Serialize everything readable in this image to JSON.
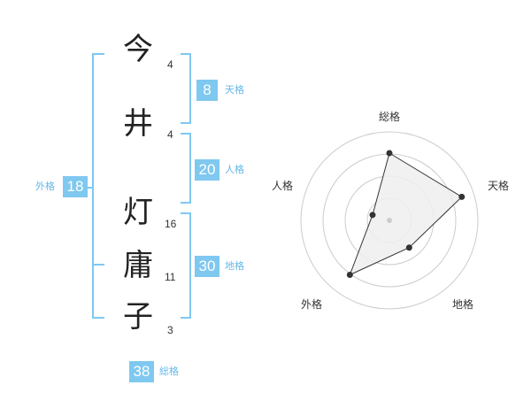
{
  "name": {
    "chars": [
      {
        "char": "今",
        "strokes": "4"
      },
      {
        "char": "井",
        "strokes": "4"
      },
      {
        "char": "灯",
        "strokes": "16"
      },
      {
        "char": "庸",
        "strokes": "11"
      },
      {
        "char": "子",
        "strokes": "3"
      }
    ]
  },
  "fortune": {
    "tenkaku": {
      "value": "8",
      "label": "天格"
    },
    "jinkaku": {
      "value": "20",
      "label": "人格"
    },
    "chikaku": {
      "value": "30",
      "label": "地格"
    },
    "gaikaku": {
      "value": "18",
      "label": "外格"
    },
    "soukaku": {
      "value": "38",
      "label": "総格"
    }
  },
  "colors": {
    "accent": "#7fc8f0",
    "label": "#66b8e8",
    "ring": "#cccccc",
    "polygon_fill": "#eeeeee",
    "polygon_stroke": "#333333"
  },
  "chart_data": {
    "type": "radar",
    "axes": [
      "総格",
      "天格",
      "地格",
      "外格",
      "人格"
    ],
    "values": [
      0.76,
      0.86,
      0.38,
      0.76,
      0.2
    ],
    "rings": 4,
    "max": 1
  }
}
